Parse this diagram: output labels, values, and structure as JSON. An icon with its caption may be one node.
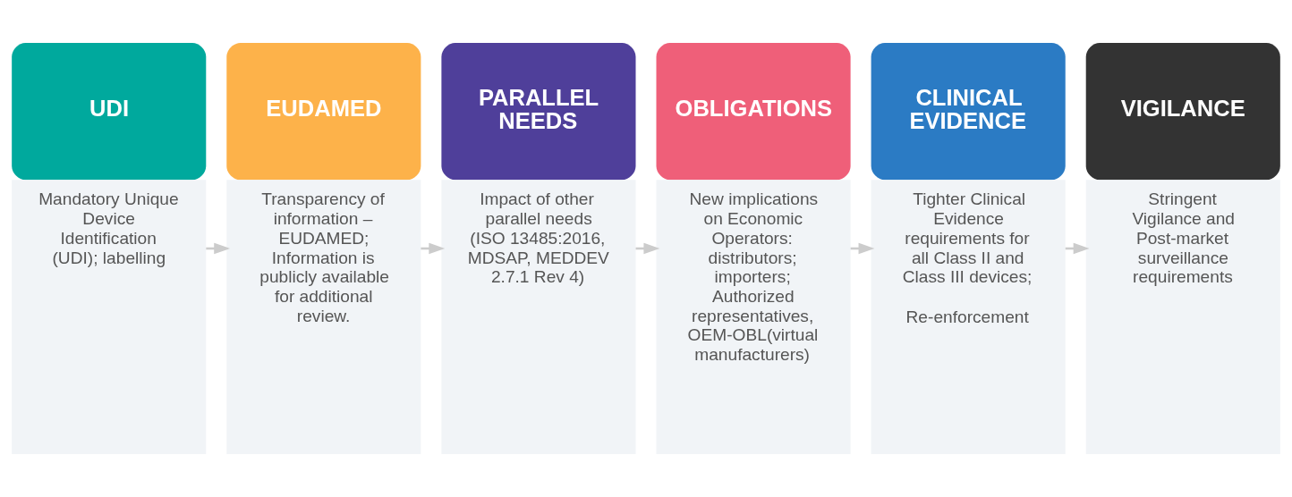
{
  "diagram": {
    "nodes": [
      {
        "text": [
          "UDI",
          "Mandatory Unique Device Identification (UDI); labelling"
        ]
      },
      {
        "text": [
          "EUDAMED",
          "Transparency of information – EUDAMED; Information is publicly available for additional review."
        ]
      },
      {
        "text": [
          "PARALLEL NEEDS",
          "Impact of other parallel needs (ISO 13485:2016, MDSAP, MEDDEV 2.7.1 Rev 4)"
        ]
      },
      {
        "text": [
          "OBLIGATIONS",
          "New implications on Economic Operators: distributors; importers; Authorized representatives, OEM-OBL(virtual manufacturers)"
        ]
      },
      {
        "text": [
          "CLINICAL EVIDENCE",
          "Tighter Clinical Evidence requirements for all Class II and Class III devices;",
          "Re-enforcement"
        ]
      },
      {
        "text": [
          "VIGILANCE",
          "Stringent Vigilance and Post-market surveillance requirements"
        ]
      }
    ],
    "edges": [
      {
        "from": 0,
        "to": 1,
        "arrow": "to"
      },
      {
        "from": 1,
        "to": 2,
        "arrow": "to"
      },
      {
        "from": 2,
        "to": 3,
        "arrow": "to"
      },
      {
        "from": 3,
        "to": 4,
        "arrow": "to"
      },
      {
        "from": 4,
        "to": 5,
        "arrow": "to"
      }
    ]
  }
}
